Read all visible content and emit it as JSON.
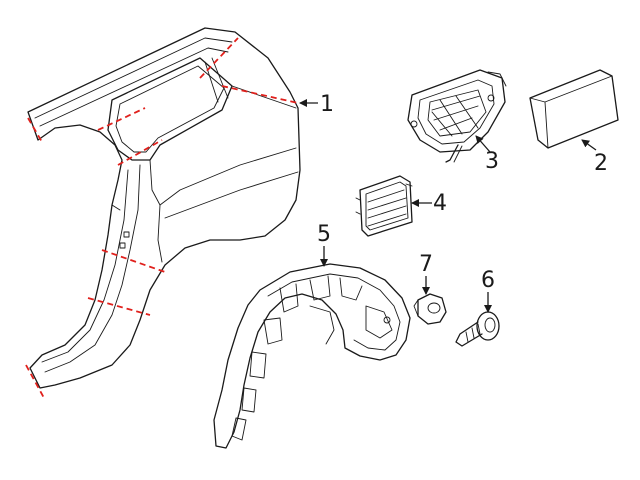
{
  "diagram": {
    "colors": {
      "line": "#1a1a1a",
      "cut_line": "#e0201c",
      "background": "#ffffff"
    },
    "callouts": [
      {
        "id": "1",
        "label": "1"
      },
      {
        "id": "2",
        "label": "2"
      },
      {
        "id": "3",
        "label": "3"
      },
      {
        "id": "4",
        "label": "4"
      },
      {
        "id": "5",
        "label": "5"
      },
      {
        "id": "6",
        "label": "6"
      },
      {
        "id": "7",
        "label": "7"
      }
    ]
  }
}
